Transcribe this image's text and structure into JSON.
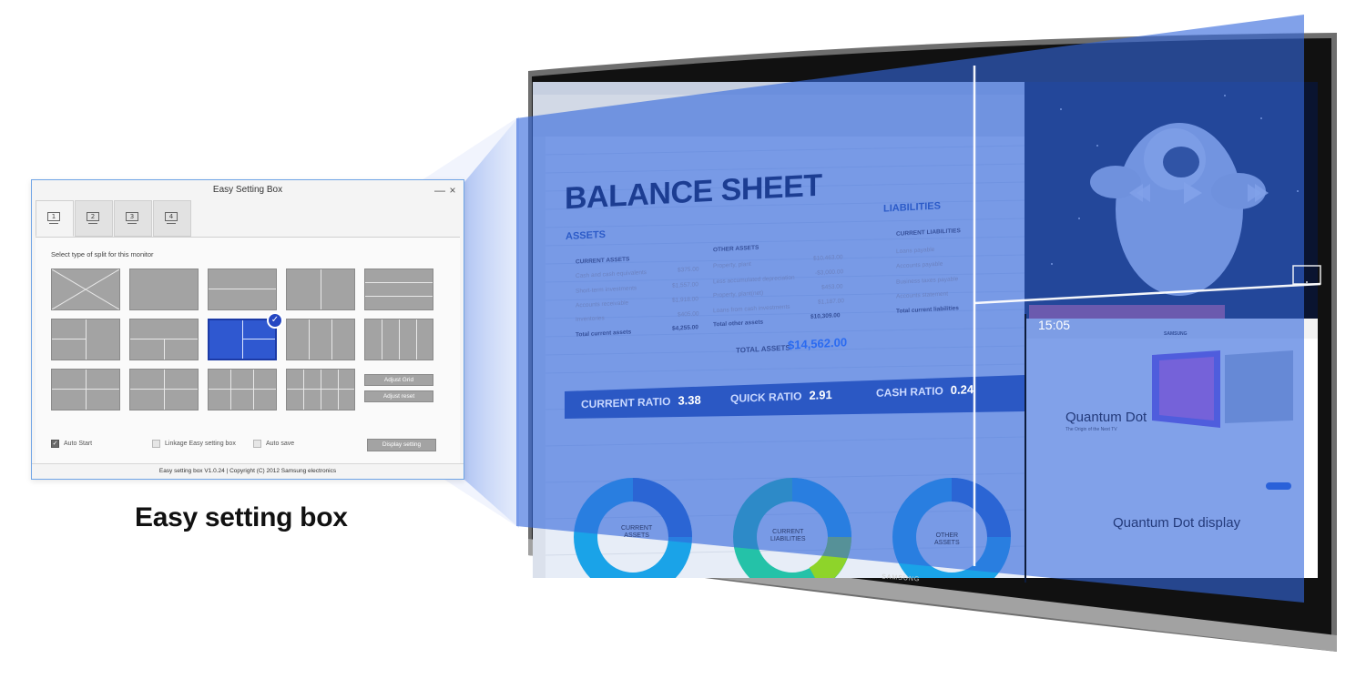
{
  "window": {
    "title": "Easy Setting Box",
    "minimize": "—",
    "close": "×",
    "tabs": [
      {
        "label": "1",
        "active": true
      },
      {
        "label": "2",
        "active": false
      },
      {
        "label": "3",
        "active": false
      },
      {
        "label": "4",
        "active": false
      }
    ],
    "split_label": "Select type of split for this monitor",
    "selected_layout_index": 7,
    "adjust_grid": "Adjust Grid",
    "adjust_reset": "Adjust reset",
    "auto_start": {
      "label": "Auto Start",
      "checked": true
    },
    "linkage": {
      "label": "Linkage Easy setting box",
      "checked": false
    },
    "auto_save": {
      "label": "Auto save",
      "checked": false
    },
    "display_setting": "Display setting",
    "footer": "Easy setting box V1.0.24 | Copyright (C) 2012 Samsung electronics"
  },
  "caption": "Easy setting box",
  "monitor": {
    "brand": "SAMSUNG",
    "spreadsheet": {
      "title": "BALANCE SHEET",
      "assets_heading": "ASSETS",
      "liabilities_heading": "LIABILITIES",
      "current_assets": "CURRENT ASSETS",
      "other_assets": "OTHER ASSETS",
      "current_liabilities": "CURRENT LIABILITIES",
      "total_assets_label": "TOTAL ASSETS",
      "total_assets_value": "$14,562.00",
      "current_assets_rows": [
        {
          "label": "Cash and cash equivalents",
          "value": "$375.00"
        },
        {
          "label": "Short-term investments",
          "value": "$1,557.00"
        },
        {
          "label": "Accounts receivable",
          "value": "$1,918.00"
        },
        {
          "label": "Inventories",
          "value": "$405.00"
        },
        {
          "label": "Total current assets",
          "value": "$4,255.00"
        }
      ],
      "other_assets_rows": [
        {
          "label": "Property, plant",
          "value": "$10,463.00"
        },
        {
          "label": "Less accumulated depreciation",
          "value": "-$3,000.00"
        },
        {
          "label": "Property, plant(net)",
          "value": "$453.00"
        },
        {
          "label": "Loans from cash investments",
          "value": "$1,187.00"
        },
        {
          "label": "Total other assets",
          "value": "$10,309.00"
        }
      ],
      "liabilities_rows": [
        "Loans payable",
        "Accounts payable",
        "Business taxes payable",
        "Accounts statement",
        "Total current liabilities"
      ],
      "ratios": [
        {
          "label": "CURRENT RATIO",
          "value": "3.38"
        },
        {
          "label": "QUICK RATIO",
          "value": "2.91"
        },
        {
          "label": "CASH RATIO",
          "value": "0.24"
        }
      ],
      "donuts": [
        {
          "label_1": "CURRENT",
          "label_2": "ASSETS"
        },
        {
          "label_1": "CURRENT",
          "label_2": "LIABILITIES"
        },
        {
          "label_1": "OTHER",
          "label_2": "ASSETS"
        }
      ]
    },
    "video": {
      "time": "15:05"
    },
    "web": {
      "brand": "SAMSUNG",
      "headline": "Quantum Dot",
      "subline": "The Origin of the Next TV",
      "section_title": "Quantum Dot display"
    }
  }
}
